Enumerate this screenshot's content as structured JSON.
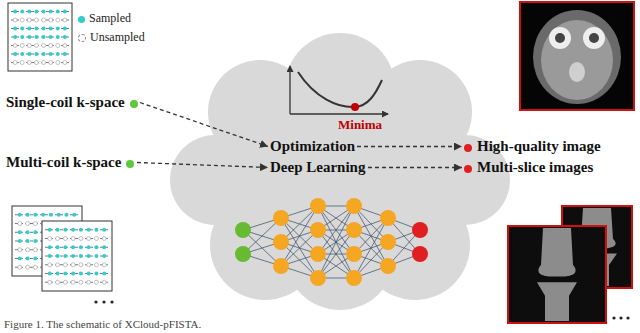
{
  "diagram": {
    "caption": "Figure 1. The schematic of XCloud-pFISTA.",
    "nodes": [
      {
        "text": [
          "Single-coil k-space"
        ]
      },
      {
        "text": [
          "Multi-coil k-space"
        ]
      },
      {
        "text": [
          "Optimization"
        ]
      },
      {
        "text": [
          "Deep Learning"
        ]
      },
      {
        "text": [
          "High-quality image"
        ]
      },
      {
        "text": [
          "Multi-slice images"
        ]
      }
    ],
    "edges": [
      {
        "from": 0,
        "to": 2,
        "arrow": "to"
      },
      {
        "from": 1,
        "to": 3,
        "arrow": "to"
      },
      {
        "from": 2,
        "to": 4,
        "arrow": "to"
      },
      {
        "from": 3,
        "to": 5,
        "arrow": "to"
      }
    ],
    "labels": [
      "Minima"
    ],
    "legend": [
      {
        "text": "Sampled",
        "color": "#33cccc"
      },
      {
        "text": "Unsampled"
      }
    ]
  }
}
